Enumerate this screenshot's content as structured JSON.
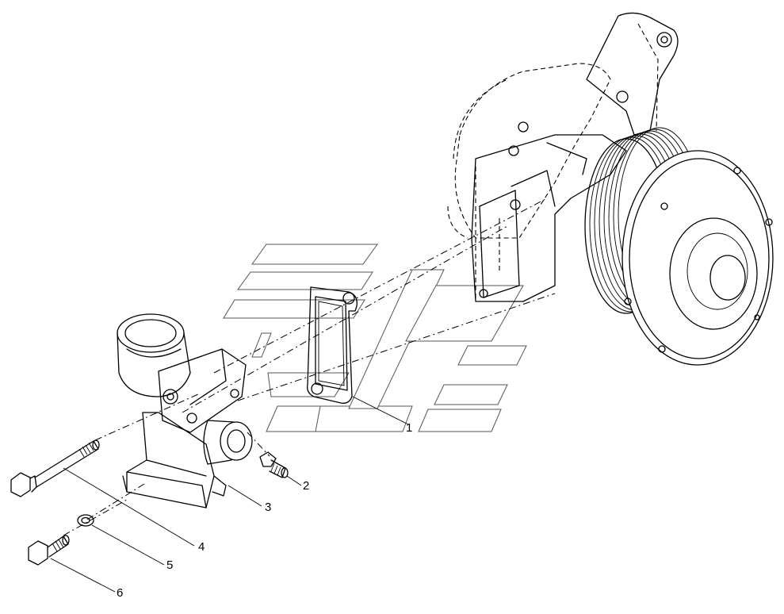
{
  "callouts": [
    {
      "id": "1",
      "label": "1"
    },
    {
      "id": "2",
      "label": "2"
    },
    {
      "id": "3",
      "label": "3"
    },
    {
      "id": "4",
      "label": "4"
    },
    {
      "id": "5",
      "label": "5"
    },
    {
      "id": "6",
      "label": "6"
    }
  ],
  "colors": {
    "ink": "#000000",
    "background": "#ffffff",
    "watermark": "#555555"
  }
}
